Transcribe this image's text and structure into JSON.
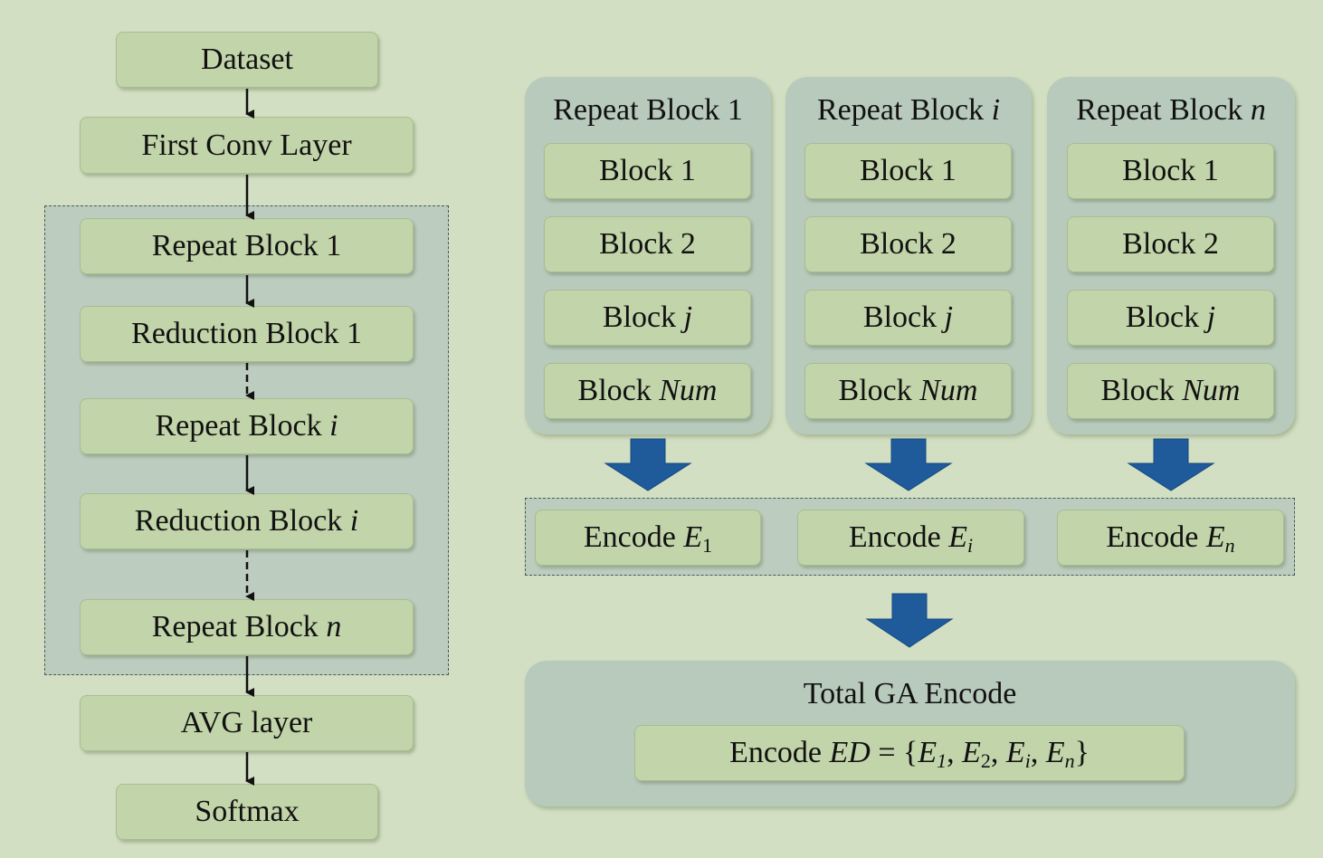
{
  "flow": {
    "dataset": "Dataset",
    "first_conv": "First Conv Layer",
    "repeat_1": "Repeat Block 1",
    "reduction_1": "Reduction Block 1",
    "repeat_i_prefix": "Repeat Block",
    "repeat_i_var": "i",
    "reduction_i_prefix": "Reduction Block",
    "reduction_i_var": "i",
    "repeat_n_prefix": "Repeat Block",
    "repeat_n_var": "n",
    "avg": "AVG layer",
    "softmax": "Softmax"
  },
  "panels": [
    {
      "title_prefix": "Repeat Block",
      "title_var": "1",
      "title_var_italic": false,
      "block1": "Block 1",
      "block2": "Block 2",
      "blockj_prefix": "Block",
      "blockj_var": "j",
      "blocknum_prefix": "Block",
      "blocknum_var": "Num"
    },
    {
      "title_prefix": "Repeat Block",
      "title_var": "i",
      "title_var_italic": true,
      "block1": "Block 1",
      "block2": "Block 2",
      "blockj_prefix": "Block",
      "blockj_var": "j",
      "blocknum_prefix": "Block",
      "blocknum_var": "Num"
    },
    {
      "title_prefix": "Repeat Block",
      "title_var": "n",
      "title_var_italic": true,
      "block1": "Block 1",
      "block2": "Block 2",
      "blockj_prefix": "Block",
      "blockj_var": "j",
      "blocknum_prefix": "Block",
      "blocknum_var": "Num"
    }
  ],
  "encodes": [
    {
      "prefix": "Encode",
      "var": "E",
      "sub": "1"
    },
    {
      "prefix": "Encode",
      "var": "E",
      "sub": "i"
    },
    {
      "prefix": "Encode",
      "var": "E",
      "sub": "n"
    }
  ],
  "total": {
    "title": "Total GA Encode",
    "formula_prefix": "Encode",
    "formula_var": "ED",
    "formula_eq": " = {",
    "items": [
      {
        "var": "E",
        "sub": "1"
      },
      {
        "var": "E",
        "sub": "2"
      },
      {
        "var": "E",
        "sub": "i"
      },
      {
        "var": "E",
        "sub": "n"
      }
    ],
    "separator": ", ",
    "close": "}"
  },
  "colors": {
    "background": "#d2dfc2",
    "box_fill": "#c2d4a9",
    "panel_fill": "#b8cabc",
    "arrow_blue": "#1f5a9a"
  }
}
